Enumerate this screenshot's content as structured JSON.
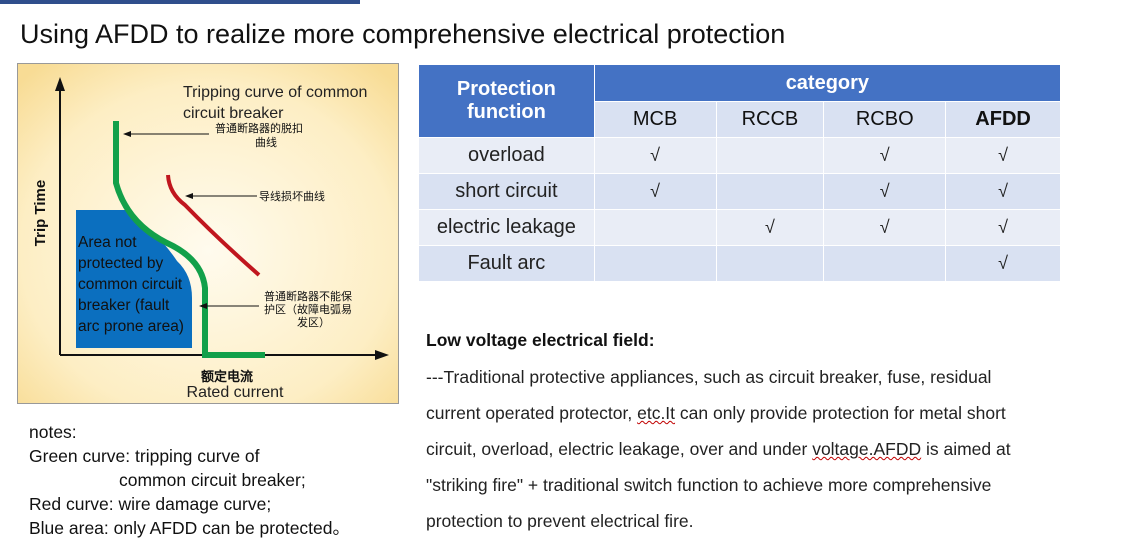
{
  "title": "Using AFDD to realize more comprehensive electrical protection",
  "diagram": {
    "y_axis_label": "Trip Time",
    "x_axis_label_cn": "额定电流",
    "x_axis_label_en": "Rated current",
    "green_label_en_1": "Tripping curve of common",
    "green_label_en_2": "circuit breaker",
    "green_label_cn_1": "普通断路器的脱扣",
    "green_label_cn_2": "曲线",
    "red_label_cn": "导线损坏曲线",
    "blue_label_1": "Area not",
    "blue_label_2": "protected by",
    "blue_label_3": "common circuit",
    "blue_label_4": "breaker (fault",
    "blue_label_5": "arc prone area)",
    "zone_label_cn_1": "普通断路器不能保",
    "zone_label_cn_2": "护区（故障电弧易",
    "zone_label_cn_3": "发区）",
    "colors": {
      "green": "#12a04a",
      "red": "#c0161e",
      "blue": "#0b6fbf",
      "bg": "#fdf0cc"
    }
  },
  "notes": {
    "heading": "notes:",
    "line1": "Green curve: tripping curve of",
    "line2": "common circuit breaker;",
    "line3": "Red curve: wire damage curve;",
    "line4": "Blue area: only AFDD can be protected。"
  },
  "table": {
    "header_left_1": "Protection",
    "header_left_2": "function",
    "header_category": "category",
    "columns": [
      "MCB",
      "RCCB",
      "RCBO",
      "AFDD"
    ],
    "rows": [
      {
        "label": "overload",
        "marks": [
          "√",
          "",
          "√",
          "√"
        ]
      },
      {
        "label": "short circuit",
        "marks": [
          "√",
          "",
          "√",
          "√"
        ]
      },
      {
        "label": "electric leakage",
        "marks": [
          "",
          "√",
          "√",
          "√"
        ]
      },
      {
        "label": "Fault arc",
        "marks": [
          "",
          "",
          "",
          "√"
        ]
      }
    ]
  },
  "low_voltage": {
    "title": "Low voltage electrical field:",
    "line1": "---Traditional protective appliances, such as circuit breaker, fuse, residual",
    "line2a": "current operated protector, ",
    "line2b": "etc.It",
    "line2c": " can only provide protection for metal short",
    "line3a": "circuit, overload, electric leakage, over and under ",
    "line3b": "voltage.AFDD",
    "line3c": " is aimed at",
    "line4": "\"striking fire\" + traditional switch function to achieve more comprehensive",
    "line5": "protection to prevent electrical fire."
  }
}
